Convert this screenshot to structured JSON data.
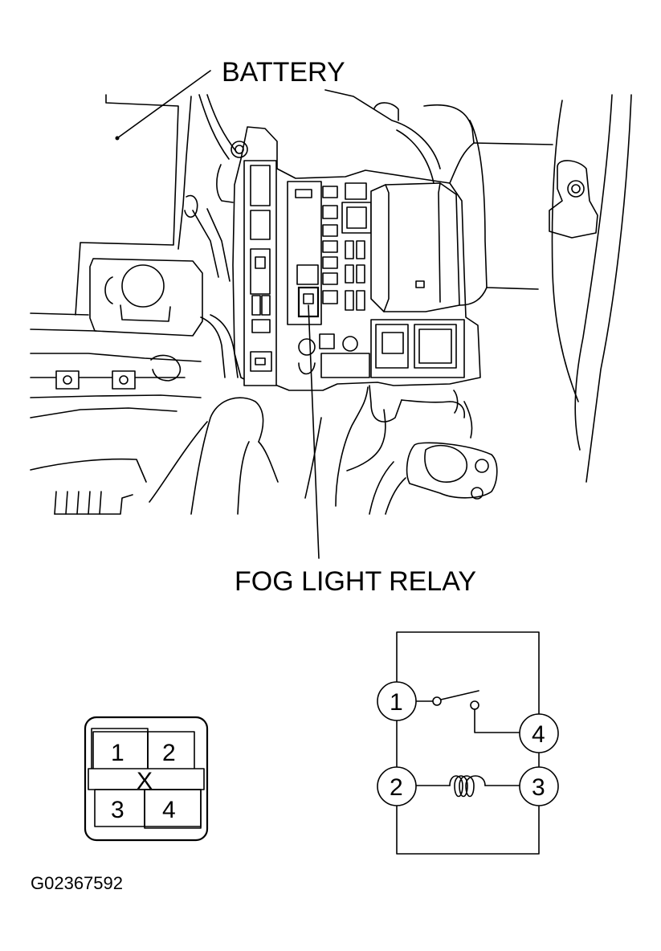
{
  "labels": {
    "battery": "BATTERY",
    "fog_light_relay": "FOG LIGHT RELAY",
    "figure_id": "G02367592"
  },
  "connector": {
    "pins": [
      "1",
      "2",
      "3",
      "4"
    ],
    "center_mark": "X"
  },
  "schematic": {
    "terminals": [
      "1",
      "2",
      "3",
      "4"
    ]
  }
}
